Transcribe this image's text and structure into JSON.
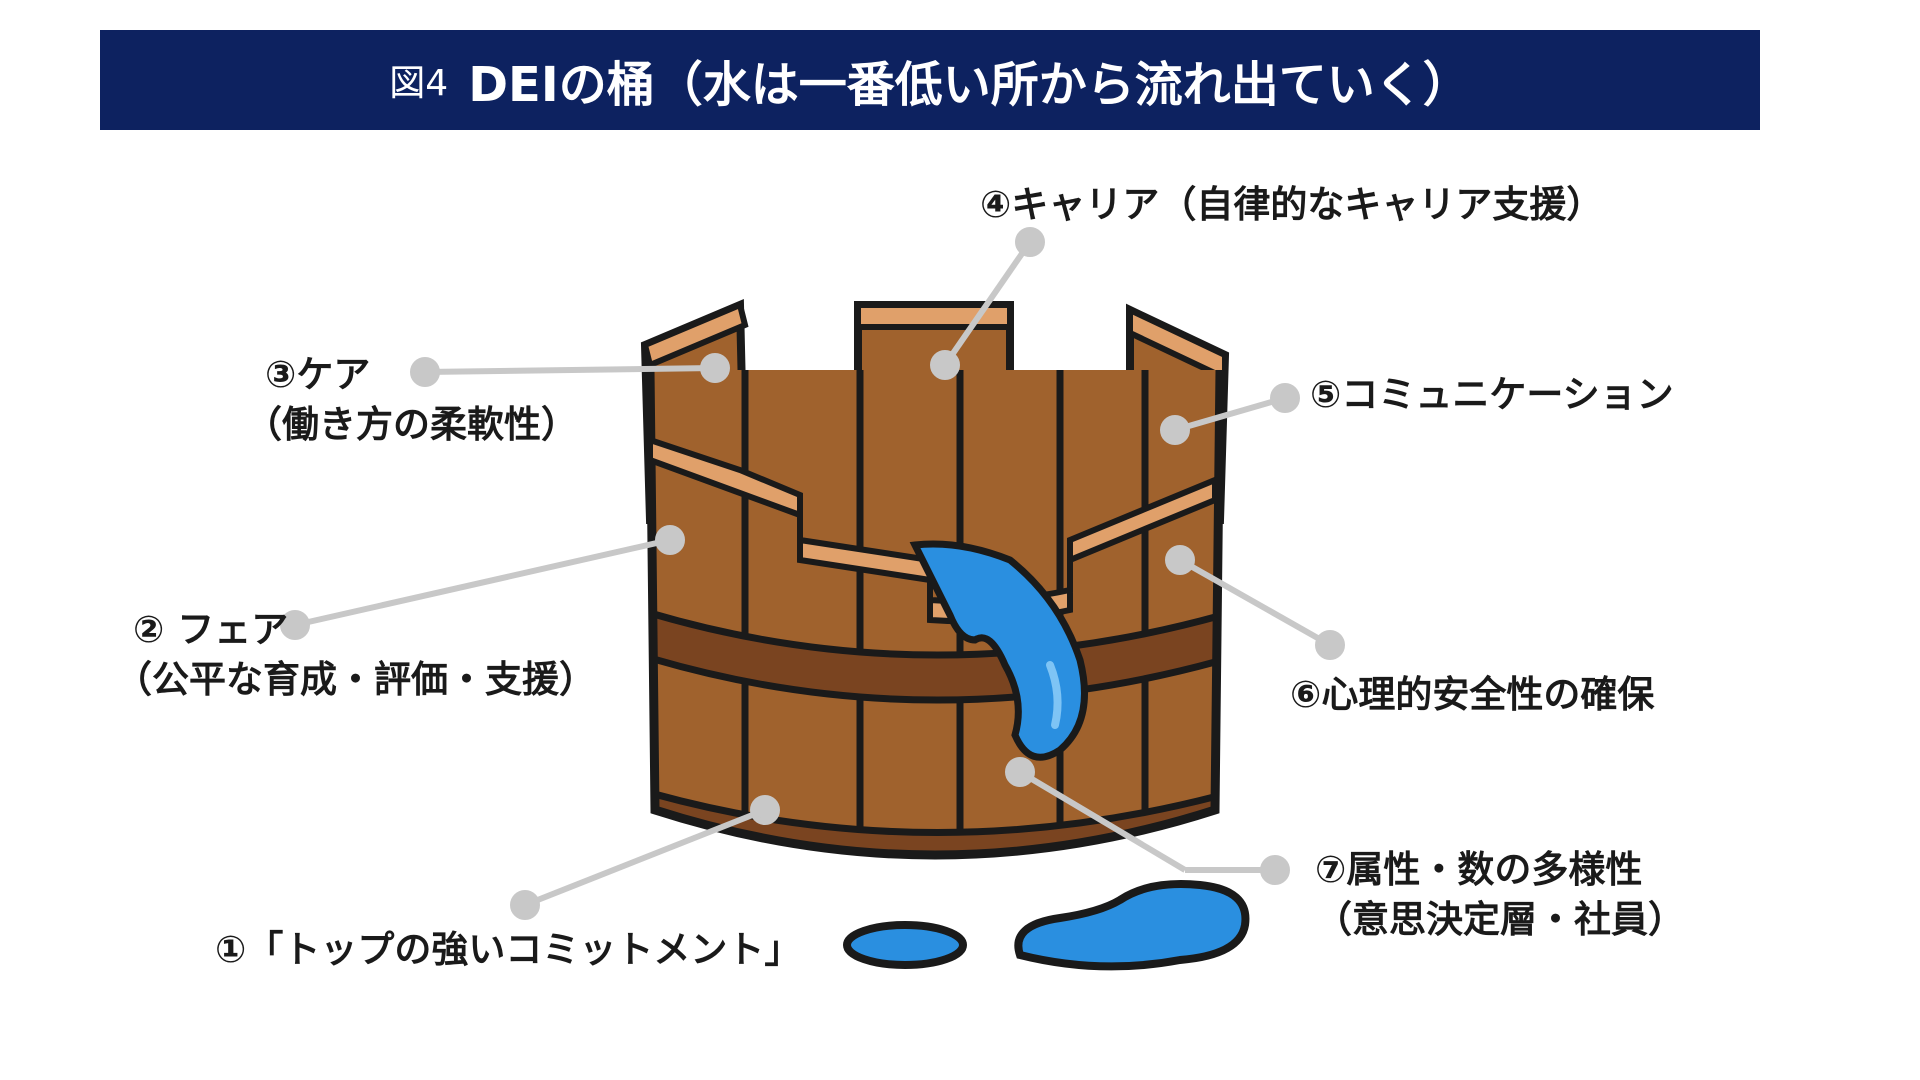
{
  "title": {
    "figure_number": "図4",
    "text": "DEIの桶（水は一番低い所から流れ出ていく）"
  },
  "labels": {
    "top_commitment": "①「トップの強いコミットメント」",
    "fair": "② フェア",
    "fair_sub": "（公平な育成・評価・支援）",
    "care": "③ケア",
    "care_sub": "（働き方の柔軟性）",
    "career": "④キャリア（自律的なキャリア支援）",
    "communication": "⑤コミュニケーション",
    "psych_safety": "⑥心理的安全性の確保",
    "diversity": "⑦属性・数の多様性",
    "diversity_sub": "（意思決定層・社員）"
  },
  "colors": {
    "banner": "#0d2260",
    "wood": "#a0622d",
    "wood_light": "#e0a06a",
    "wood_dark": "#7a4420",
    "outline": "#1a1a1a",
    "water": "#2a8fe0",
    "water_light": "#7ec4f5",
    "leader": "#c8c8c8"
  }
}
